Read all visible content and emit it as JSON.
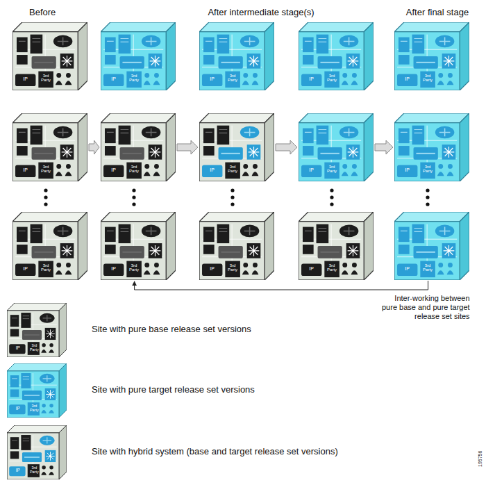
{
  "diagram": {
    "nodes": [
      {
        "text": [
          "3rd Party",
          "IP"
        ]
      },
      {
        "text": [
          "3rd Party",
          "IP"
        ]
      },
      {
        "text": [
          "3rd Party",
          "IP"
        ]
      },
      {
        "text": [
          "3rd Party",
          "IP"
        ]
      },
      {
        "text": [
          "3rd Party",
          "IP"
        ]
      },
      {
        "text": [
          "3rd Party",
          "IP"
        ]
      },
      {
        "text": [
          "3rd Party",
          "IP"
        ]
      },
      {
        "text": [
          "3rd Party",
          "IP"
        ]
      },
      {
        "text": [
          "3rd Party",
          "IP"
        ]
      },
      {
        "text": [
          "3rd Party",
          "IP"
        ]
      },
      {
        "text": [
          "3rd Party",
          "IP"
        ]
      },
      {
        "text": [
          "3rd Party",
          "IP"
        ]
      },
      {
        "text": [
          "3rd Party",
          "IP"
        ]
      },
      {
        "text": [
          "3rd Party",
          "IP"
        ]
      },
      {
        "text": [
          "3rd Party",
          "IP"
        ]
      }
    ],
    "edges": [
      {
        "from": 5,
        "to": 6,
        "arrow": "to"
      },
      {
        "from": 6,
        "to": 7,
        "arrow": "to"
      },
      {
        "from": 7,
        "to": 8,
        "arrow": "to"
      },
      {
        "from": 8,
        "to": 9,
        "arrow": "to"
      },
      {
        "from": 14,
        "to": 11,
        "arrow": "to",
        "label": "Inter-working between pure base and pure target release set sites"
      }
    ],
    "labels": [
      "Before",
      "After intermediate stage(s)",
      "After final stage",
      "3rd Party",
      "IP",
      "3rd Party",
      "IP",
      "3rd Party",
      "IP",
      "195756"
    ],
    "legend": [
      {
        "text": "Site with pure base release set versions"
      },
      {
        "text": "Site with pure target release set versions"
      },
      {
        "text": "Site with hybrid system (base and target release set versions)"
      }
    ]
  }
}
